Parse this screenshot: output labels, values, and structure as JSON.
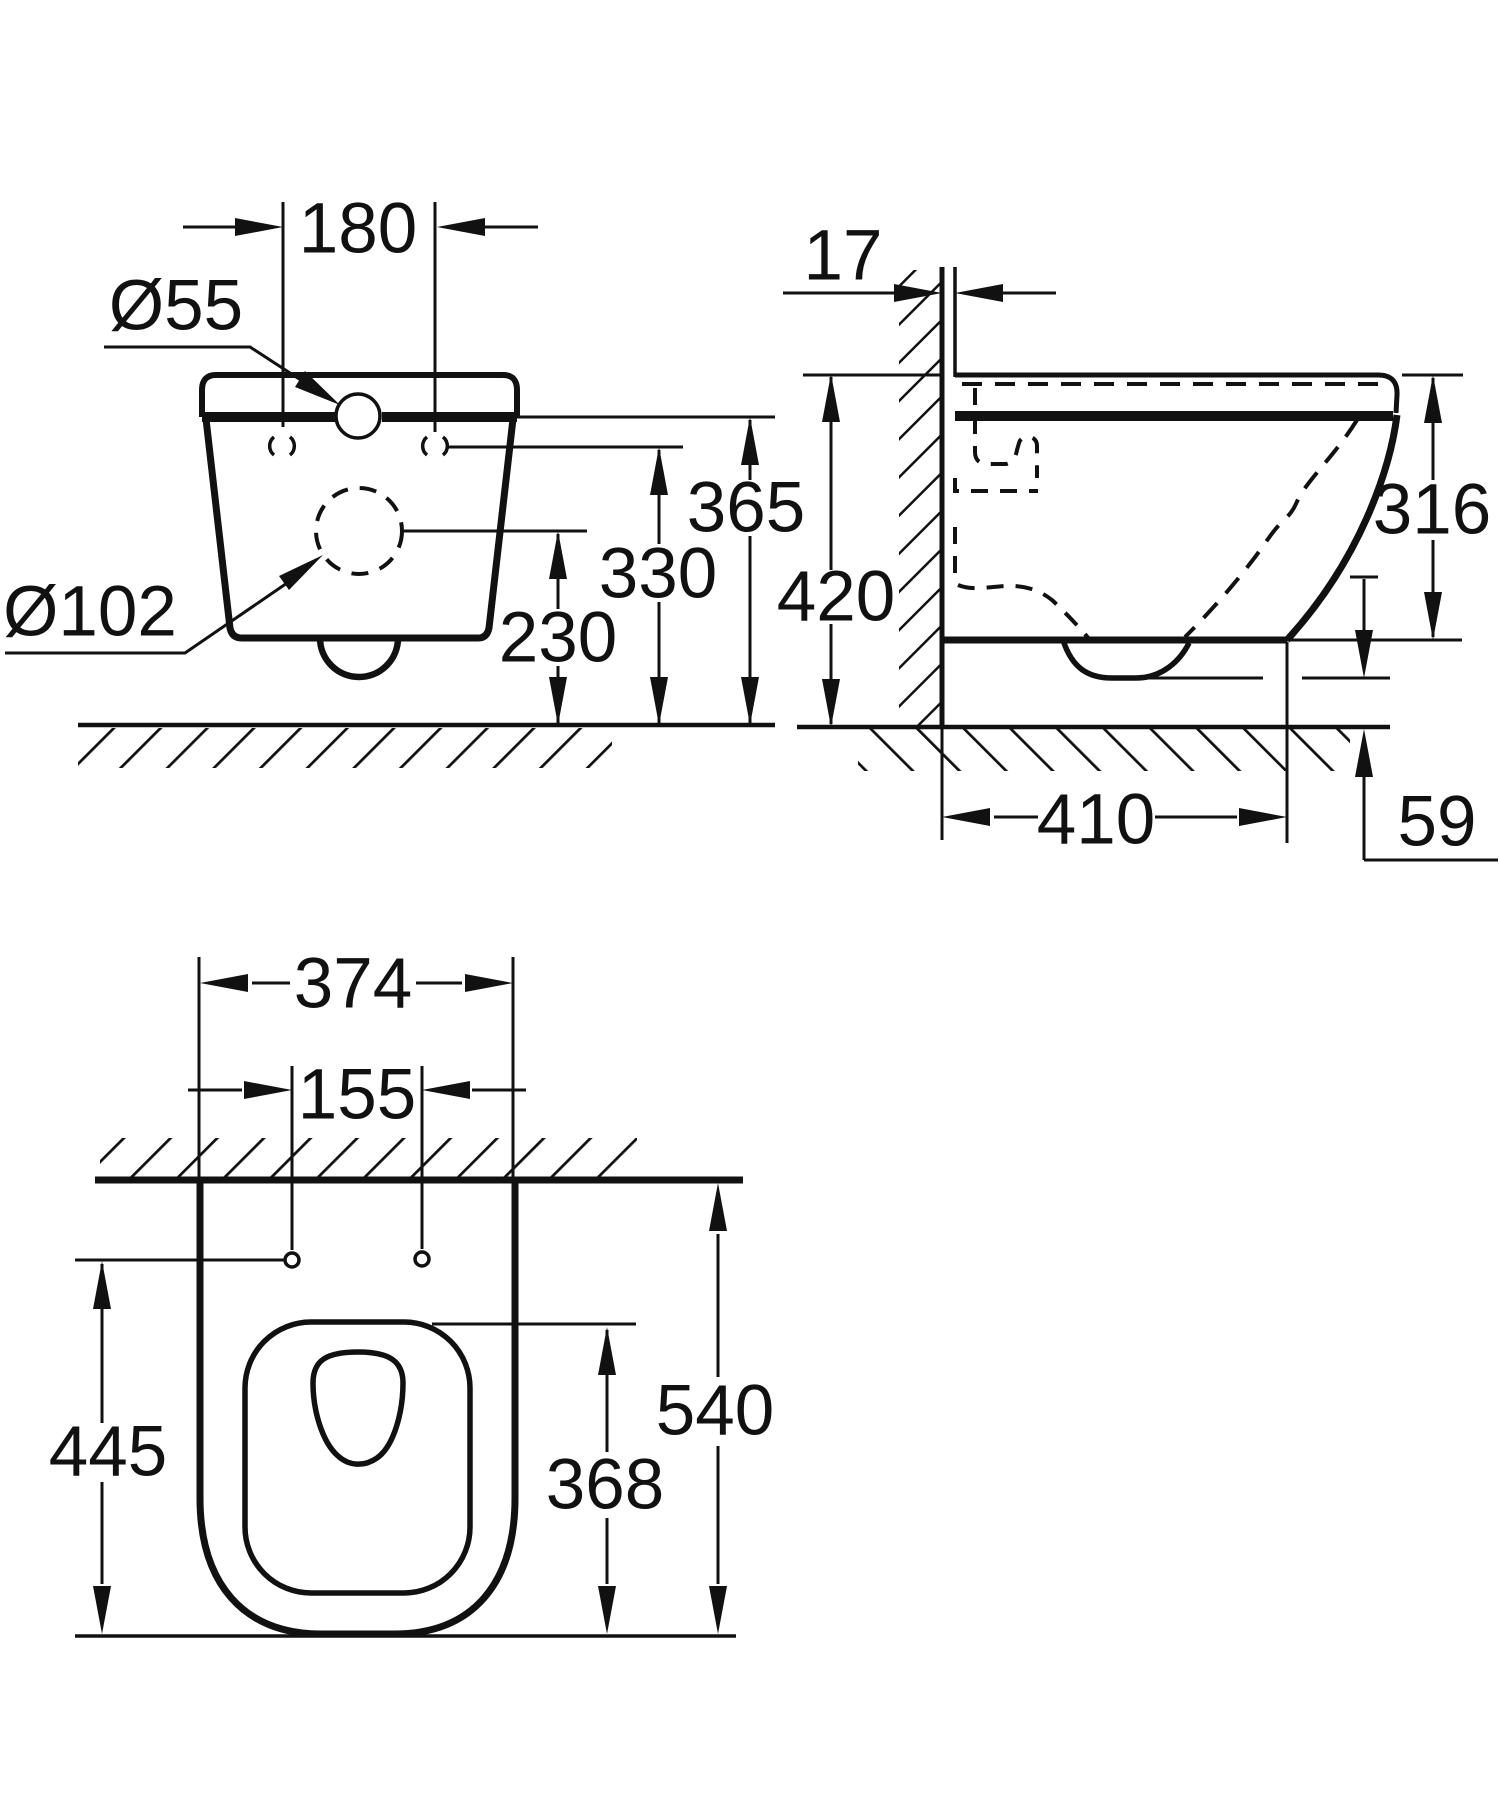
{
  "page": {
    "background_color": "#ffffff",
    "line_color": "#111111",
    "type": "technical-dimension-drawing"
  },
  "views": {
    "front": {
      "labels": {
        "hole_spacing": "180",
        "flush_hole_dia": "Ø55",
        "outlet_dia": "Ø102",
        "height_rim": "365",
        "height_holes": "330",
        "height_outlet": "230"
      }
    },
    "side": {
      "labels": {
        "wall_gap": "17",
        "height_total": "420",
        "height_body": "316",
        "depth": "410",
        "trap_clearance": "59"
      }
    },
    "plan": {
      "labels": {
        "width_total": "374",
        "hole_spacing": "155",
        "front_to_holes": "445",
        "opening_depth": "368",
        "depth_total": "540"
      }
    }
  }
}
